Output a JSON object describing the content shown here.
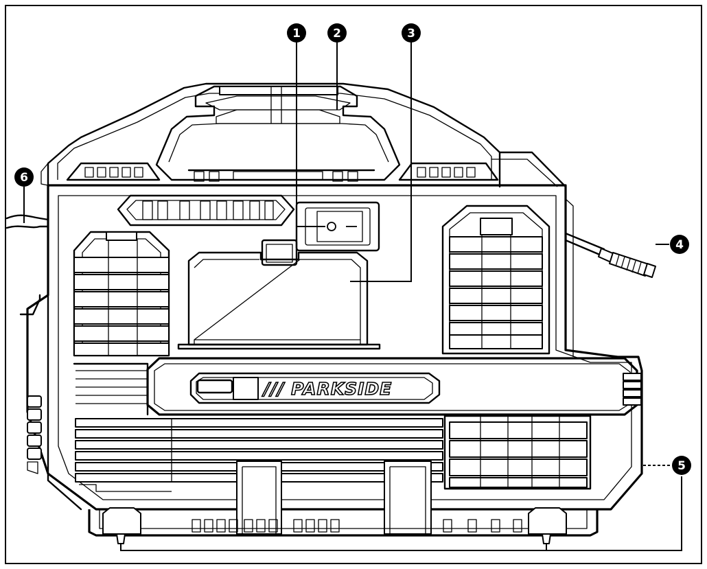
{
  "figure": {
    "brand_label": "/// PARKSIDE",
    "switch_on_symbol": "|",
    "switch_off_symbol": "O"
  },
  "callouts": [
    {
      "id": "callout-1",
      "number": "1"
    },
    {
      "id": "callout-2",
      "number": "2"
    },
    {
      "id": "callout-3",
      "number": "3"
    },
    {
      "id": "callout-4",
      "number": "4"
    },
    {
      "id": "callout-5",
      "number": "5"
    },
    {
      "id": "callout-6",
      "number": "6"
    }
  ],
  "colors": {
    "line": "#000000",
    "background": "#ffffff"
  }
}
